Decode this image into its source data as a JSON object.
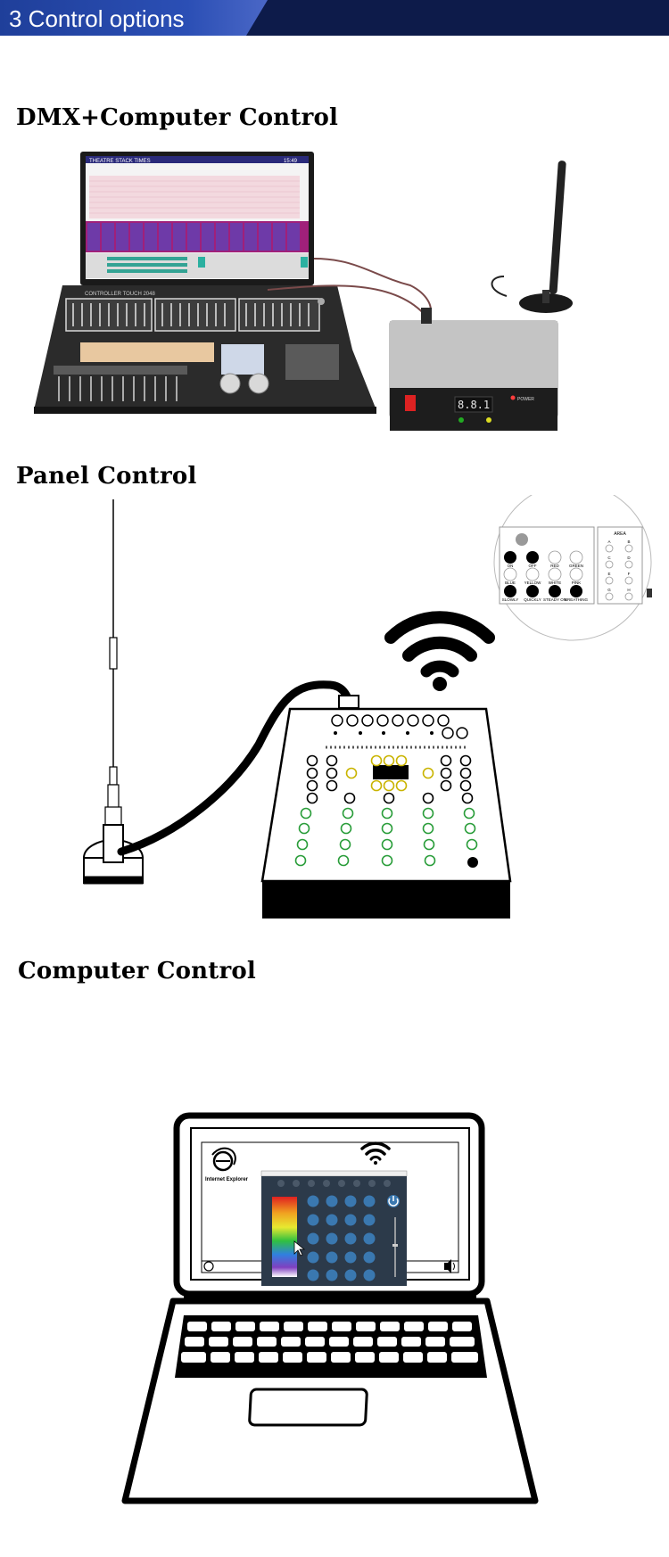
{
  "banner": {
    "title": "3 Control options"
  },
  "sections": {
    "dmx": {
      "heading": "DMX+Computer Control"
    },
    "panel": {
      "heading": "Panel Control"
    },
    "computer": {
      "heading": "Computer Control"
    }
  },
  "console": {
    "monitor_title": "THEATRE STACK TIMES",
    "monitor_time": "15:49",
    "console_brand": "CONTROLLER TOUCH 2048",
    "display_value": "8.8.1",
    "power_label": "POWER"
  },
  "panel_zoom": {
    "area_title": "AREA",
    "row1": [
      "ON",
      "OFF",
      "RED",
      "GREEN"
    ],
    "row2": [
      "BLUE",
      "YELLOW",
      "WHITE",
      "PINK"
    ],
    "row3": [
      "SLOWLY",
      "QUICKLY",
      "STEADY ON",
      "BREATHING"
    ],
    "area_keys": [
      "A",
      "B",
      "C",
      "D",
      "E",
      "F",
      "G",
      "H"
    ]
  },
  "laptop": {
    "browser_label": "Internet Explorer"
  },
  "colors": {
    "banner_dark": "#0d1b4a",
    "banner_tab": "#2b4fb5",
    "app_panel": "#2c3a4a"
  },
  "icons": [
    "wifi-icon",
    "internet-explorer-icon",
    "power-icon",
    "speaker-icon",
    "mouse-cursor-icon"
  ]
}
